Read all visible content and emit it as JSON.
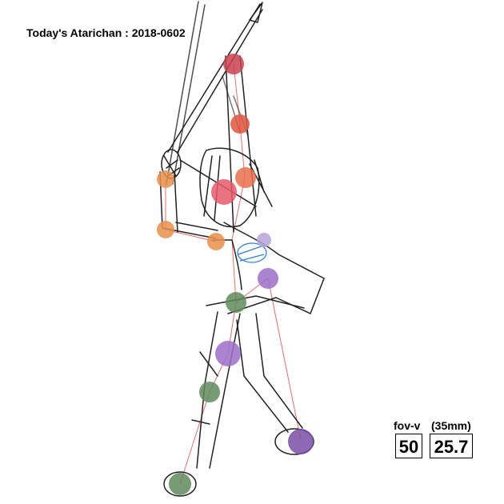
{
  "title": "Today's Atarichan : 2018-0602",
  "fov": {
    "label": "fov-v",
    "value": "50"
  },
  "focal": {
    "label": "(35mm)",
    "value": "25.7"
  },
  "colors": {
    "head_joint": "#e85a6a",
    "arm_joint": "#e8914a",
    "torso_joint": "#9b6fc9",
    "hip_knee_joint": "#5f8a5a",
    "guide_line": "#e03030",
    "sketch_line": "#222222",
    "accent_blue": "#2a7fd6"
  }
}
